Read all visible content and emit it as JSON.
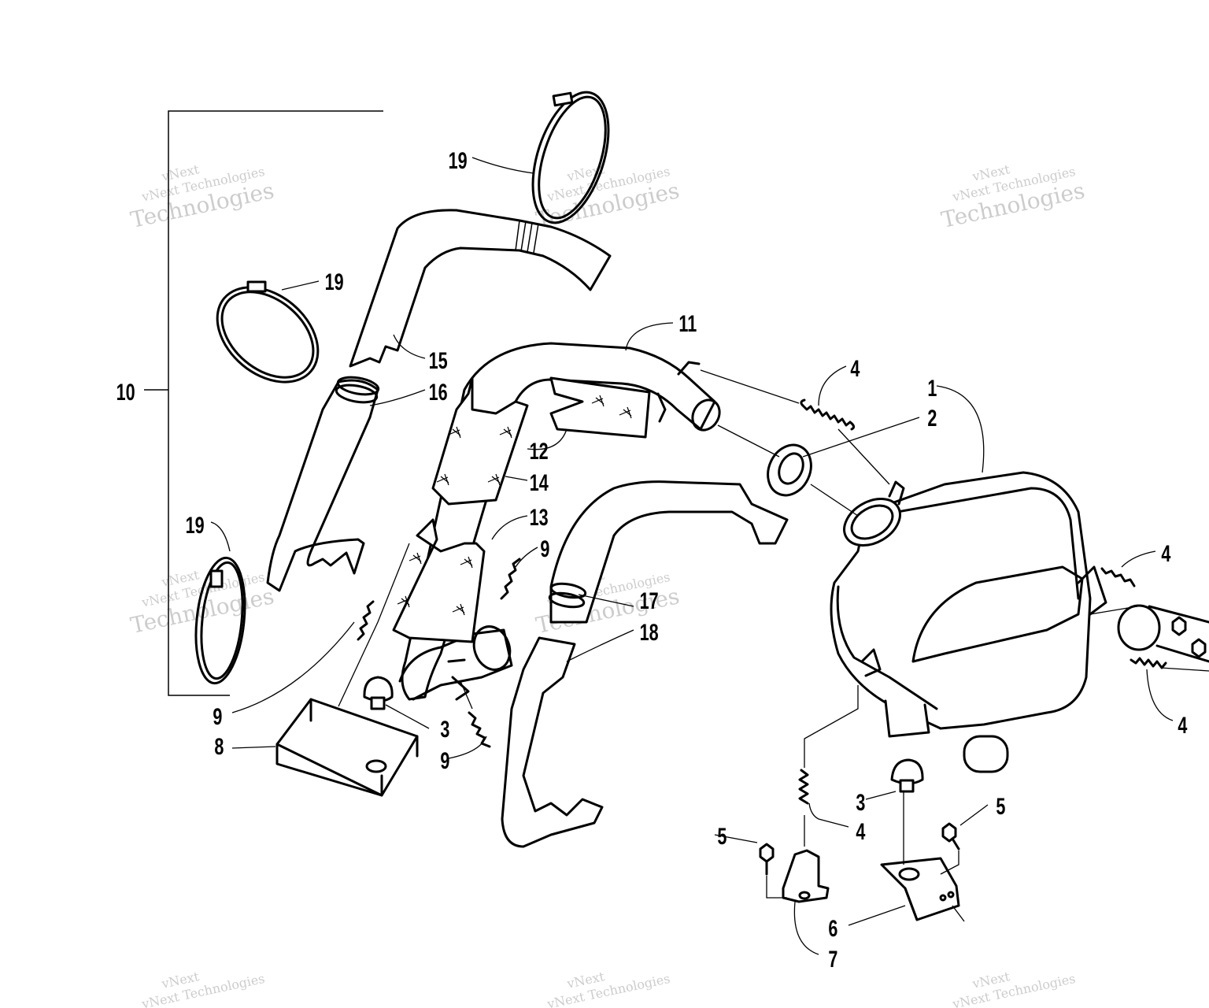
{
  "callouts": {
    "c1": "1",
    "c2": "2",
    "c3a": "3",
    "c3b": "3",
    "c4a": "4",
    "c4b": "4",
    "c4c": "4",
    "c4d": "4",
    "c5a": "5",
    "c5b": "5",
    "c6": "6",
    "c7": "7",
    "c8": "8",
    "c9a": "9",
    "c9b": "9",
    "c9c": "9",
    "c10": "10",
    "c11": "11",
    "c12": "12",
    "c13": "13",
    "c14": "14",
    "c15": "15",
    "c16": "16",
    "c17": "17",
    "c18": "18",
    "c19a": "19",
    "c19b": "19",
    "c19c": "19"
  },
  "watermark": {
    "line1": "vNext",
    "line2": "vNext Technologies",
    "line3": "Technologies"
  }
}
